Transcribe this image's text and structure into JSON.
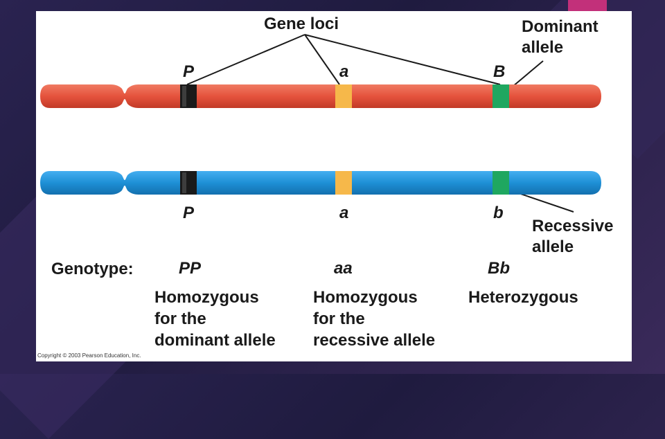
{
  "title": "Gene loci",
  "dominant_label": "Dominant allele",
  "recessive_label": "Recessive allele",
  "top_alleles": [
    "P",
    "a",
    "B"
  ],
  "bottom_alleles": [
    "P",
    "a",
    "b"
  ],
  "genotype_label": "Genotype:",
  "genotypes": [
    "PP",
    "aa",
    "Bb"
  ],
  "descriptions": [
    [
      "Homozygous",
      "for the",
      "dominant allele"
    ],
    [
      "Homozygous",
      "for the",
      "recessive allele"
    ],
    [
      "Heterozygous"
    ]
  ],
  "copyright": "Copyright © 2003 Pearson Education, Inc.",
  "colors": {
    "top_chromosome": "#e5533d",
    "bottom_chromosome": "#1e90d6",
    "locus_p": "#1a1a1a",
    "locus_a": "#f6b84a",
    "locus_b": "#1fa760",
    "accent": "#c2307a"
  }
}
